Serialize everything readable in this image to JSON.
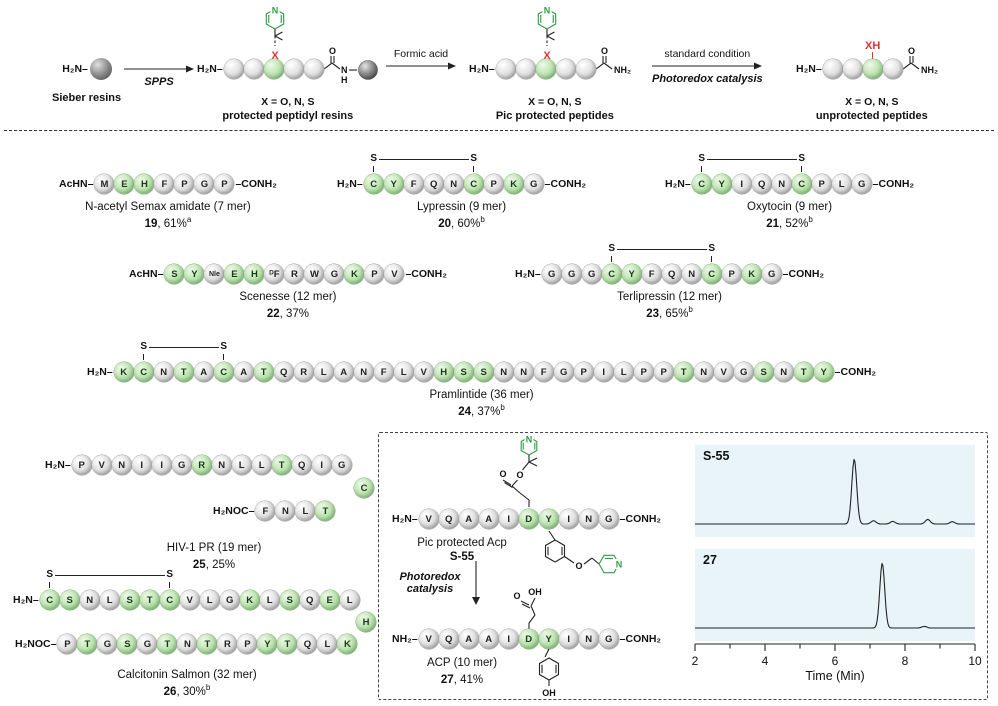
{
  "atoms": {
    "X": "X",
    "XH": "XH",
    "N": "N",
    "H": "H",
    "O": "O",
    "OH": "OH",
    "NH2": "NH₂"
  },
  "scheme": {
    "sieber": {
      "prefix": "H₂N–",
      "label": "Sieber resins"
    },
    "arrow1": {
      "bottom": "SPPS"
    },
    "s1": {
      "chain": {
        "prefix": "H₂N–",
        "seq": [
          "",
          "",
          "",
          "",
          ""
        ],
        "green": [
          2
        ]
      },
      "x_legend": "X = O, N, S",
      "name": "protected peptidyl resins"
    },
    "arrow2": {
      "top": "Formic acid"
    },
    "s2": {
      "chain": {
        "prefix": "H₂N–",
        "seq": [
          "",
          "",
          "",
          "",
          ""
        ],
        "green": [
          2
        ]
      },
      "x_legend": "X = O, N, S",
      "name": "Pic protected peptides"
    },
    "arrow3": {
      "top": "standard condition",
      "bottom": "Photoredox catalysis"
    },
    "s3": {
      "chain": {
        "prefix": "H₂N–",
        "seq": [
          "",
          "",
          "",
          ""
        ],
        "green": [
          2
        ]
      },
      "x_legend": "X = O, N, S",
      "name": "unprotected peptides"
    }
  },
  "peptides": {
    "semax": {
      "chain": {
        "prefix": "AcHN–",
        "suffix": "–CONH₂",
        "seq": [
          "M",
          "E",
          "H",
          "F",
          "P",
          "G",
          "P"
        ],
        "green": [
          1,
          2
        ]
      },
      "name": "N-acetyl Semax amidate (7 mer)",
      "id": "19",
      "yield": ", 61%",
      "sup": "a"
    },
    "lypressin": {
      "chain": {
        "prefix": "H₂N–",
        "suffix": "–CONH₂",
        "seq": [
          "C",
          "Y",
          "F",
          "Q",
          "N",
          "C",
          "P",
          "K",
          "G"
        ],
        "green": [
          0,
          1,
          5,
          7
        ],
        "bridge": {
          "from": 0,
          "to": 5,
          "label": "S"
        }
      },
      "name": "Lypressin (9 mer)",
      "id": "20",
      "yield": ", 60%",
      "sup": "b"
    },
    "oxytocin": {
      "chain": {
        "prefix": "H₂N–",
        "suffix": "–CONH₂",
        "seq": [
          "C",
          "Y",
          "I",
          "Q",
          "N",
          "C",
          "P",
          "L",
          "G"
        ],
        "green": [
          0,
          1,
          5
        ],
        "bridge": {
          "from": 0,
          "to": 5,
          "label": "S"
        }
      },
      "name": "Oxytocin (9 mer)",
      "id": "21",
      "yield": ", 52%",
      "sup": "b"
    },
    "scenesse": {
      "chain": {
        "prefix": "AcHN–",
        "suffix": "–CONH₂",
        "seq": [
          "S",
          "Y",
          "Nle",
          "E",
          "H",
          "ᴰF",
          "R",
          "W",
          "G",
          "K",
          "P",
          "V"
        ],
        "green": [
          0,
          1,
          3,
          4,
          9
        ]
      },
      "name": "Scenesse (12 mer)",
      "id": "22",
      "yield": ", 37%",
      "sup": ""
    },
    "terlipressin": {
      "chain": {
        "prefix": "H₂N–",
        "suffix": "–CONH₂",
        "seq": [
          "G",
          "G",
          "G",
          "C",
          "Y",
          "F",
          "Q",
          "N",
          "C",
          "P",
          "K",
          "G"
        ],
        "green": [
          3,
          4,
          8,
          10
        ],
        "bridge": {
          "from": 3,
          "to": 8,
          "label": "S"
        }
      },
      "name": "Terlipressin (12 mer)",
      "id": "23",
      "yield": ", 65%",
      "sup": "b"
    },
    "pramlintide": {
      "chain": {
        "prefix": "H₂N–",
        "suffix": "–CONH₂",
        "seq": [
          "K",
          "C",
          "N",
          "T",
          "A",
          "C",
          "A",
          "T",
          "Q",
          "R",
          "L",
          "A",
          "N",
          "F",
          "L",
          "V",
          "H",
          "S",
          "S",
          "N",
          "N",
          "F",
          "G",
          "P",
          "I",
          "L",
          "P",
          "P",
          "T",
          "N",
          "V",
          "G",
          "S",
          "N",
          "T",
          "Y"
        ],
        "green": [
          0,
          1,
          3,
          5,
          7,
          16,
          17,
          18,
          28,
          32,
          34,
          35
        ],
        "bridge": {
          "from": 1,
          "to": 5,
          "label": "S"
        }
      },
      "name": "Pramlintide (36 mer)",
      "id": "24",
      "yield": ", 37%",
      "sup": "b"
    },
    "hiv1": {
      "name": "HIV-1 PR (19 mer)",
      "id": "25",
      "yield": ", 25%",
      "sup": ""
    },
    "hiv1_row1": {
      "prefix": "H₂N–",
      "seq": [
        "P",
        "V",
        "N",
        "I",
        "I",
        "G",
        "R",
        "N",
        "L",
        "L",
        "T",
        "Q",
        "I",
        "G"
      ],
      "green": [
        6,
        10
      ]
    },
    "hiv1_bend": {
      "aa": "C",
      "green": true
    },
    "hiv1_row2": {
      "prefix": "H₂NOC–",
      "seq": [
        "F",
        "N",
        "L",
        "T"
      ],
      "green": [
        3
      ]
    },
    "calcitonin": {
      "name": "Calcitonin Salmon (32 mer)",
      "id": "26",
      "yield": ", 30%",
      "sup": "b"
    },
    "calcitonin_row1": {
      "prefix": "H₂N–",
      "seq": [
        "C",
        "S",
        "N",
        "L",
        "S",
        "T",
        "C",
        "V",
        "L",
        "G",
        "K",
        "L",
        "S",
        "Q",
        "E",
        "L"
      ],
      "green": [
        0,
        1,
        4,
        5,
        6,
        10,
        12,
        14
      ],
      "bridge": {
        "from": 0,
        "to": 6,
        "label": "S"
      }
    },
    "calcitonin_bend": {
      "aa": "H",
      "green": true
    },
    "calcitonin_row2": {
      "prefix": "H₂NOC–",
      "seq": [
        "P",
        "T",
        "G",
        "S",
        "G",
        "T",
        "N",
        "T",
        "R",
        "P",
        "Y",
        "T",
        "Q",
        "L",
        "K"
      ],
      "green": [
        1,
        3,
        5,
        7,
        10,
        11,
        14
      ]
    }
  },
  "inset": {
    "s55": {
      "chain": {
        "prefix": "H₂N–",
        "suffix": "–CONH₂",
        "seq": [
          "V",
          "Q",
          "A",
          "A",
          "I",
          "D",
          "Y",
          "I",
          "N",
          "G"
        ],
        "green": [
          5,
          6
        ]
      },
      "name": "Pic protected Acp",
      "id": "S-55"
    },
    "arrow": {
      "label": "Photoredox catalysis"
    },
    "acp": {
      "chain": {
        "prefix": "NH₂–",
        "suffix": "–CONH₂",
        "seq": [
          "V",
          "Q",
          "A",
          "A",
          "I",
          "D",
          "Y",
          "I",
          "N",
          "G"
        ],
        "green": [
          5,
          6
        ]
      },
      "name": "ACP (10 mer)",
      "id": "27",
      "yield": ", 41%",
      "sup": ""
    },
    "chromatograms": [
      {
        "label": "S-55",
        "peaks": [
          {
            "t": 6.55,
            "h": 1
          },
          {
            "t": 7.1,
            "h": 0.05
          },
          {
            "t": 7.65,
            "h": 0.04
          },
          {
            "t": 8.65,
            "h": 0.07
          },
          {
            "t": 9.35,
            "h": 0.035
          }
        ]
      },
      {
        "label": "27",
        "peaks": [
          {
            "t": 7.35,
            "h": 1
          },
          {
            "t": 8.55,
            "h": 0.025
          }
        ]
      }
    ],
    "axis": {
      "min": 2,
      "max": 10,
      "majors": [
        2,
        4,
        6,
        8,
        10
      ],
      "minors": [
        3,
        5,
        7,
        9
      ],
      "title": "Time (Min)"
    }
  }
}
